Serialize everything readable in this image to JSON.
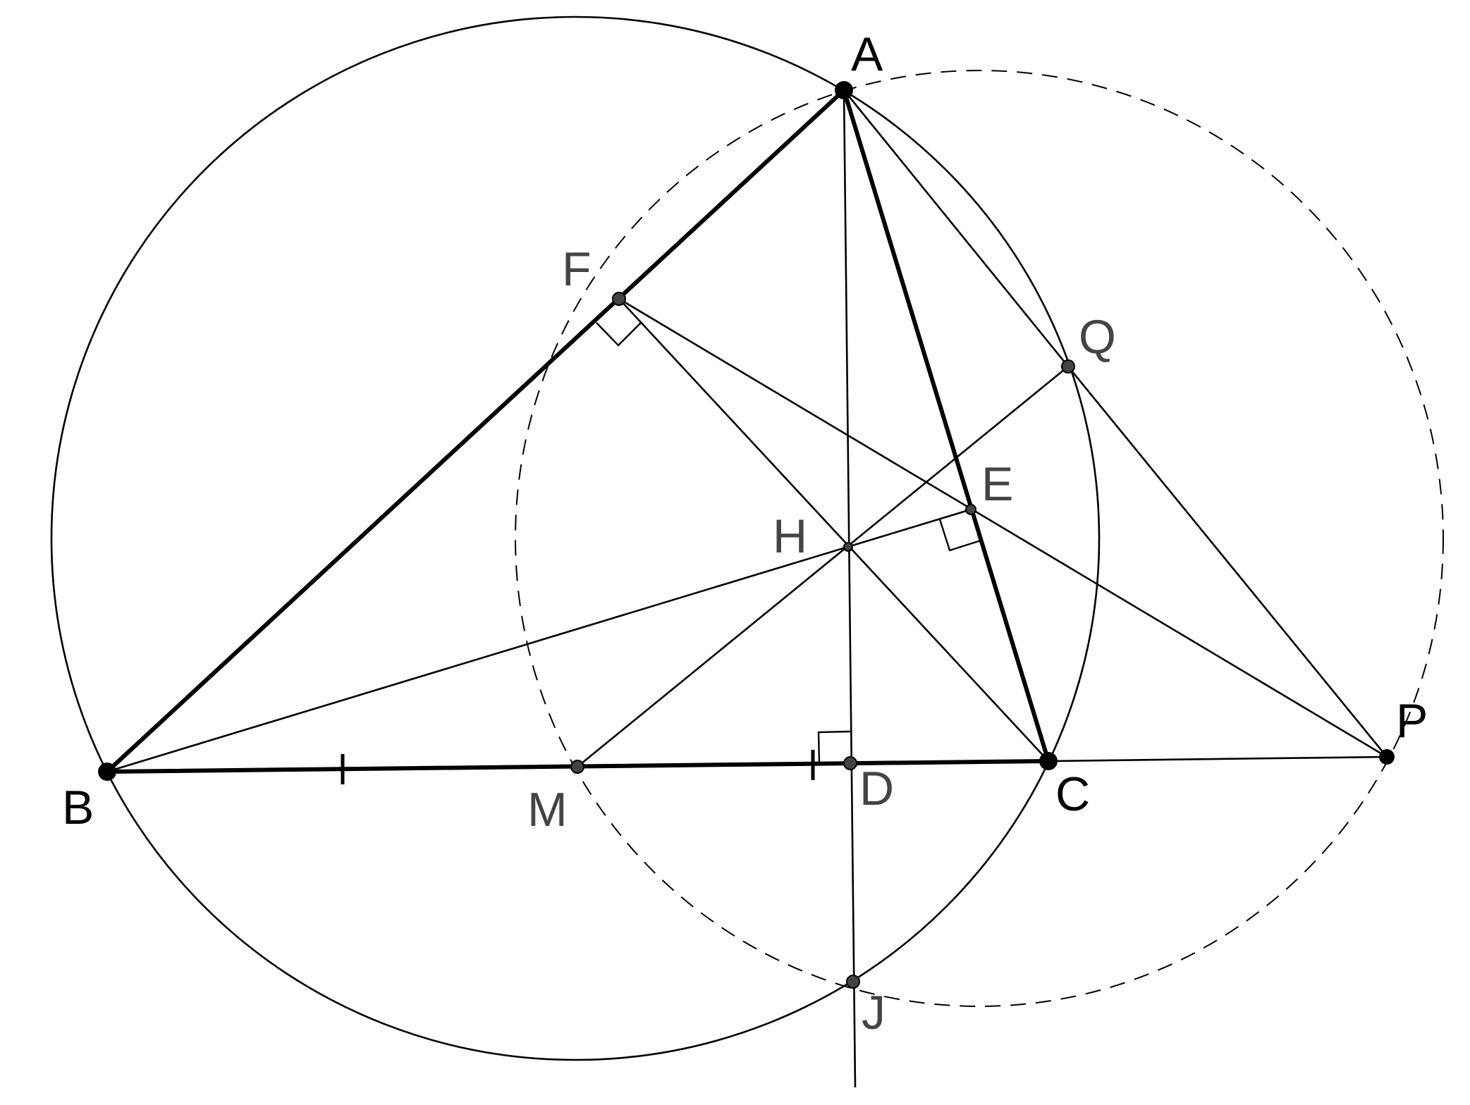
{
  "colors": {
    "background": "#ffffff",
    "ink": "#000000",
    "point_fill": "#444444",
    "label_secondary": "#444444"
  },
  "labels": {
    "A": "A",
    "B": "B",
    "C": "C",
    "D": "D",
    "E": "E",
    "F": "F",
    "H": "H",
    "M": "M",
    "P": "P",
    "Q": "Q",
    "J": "J"
  }
}
